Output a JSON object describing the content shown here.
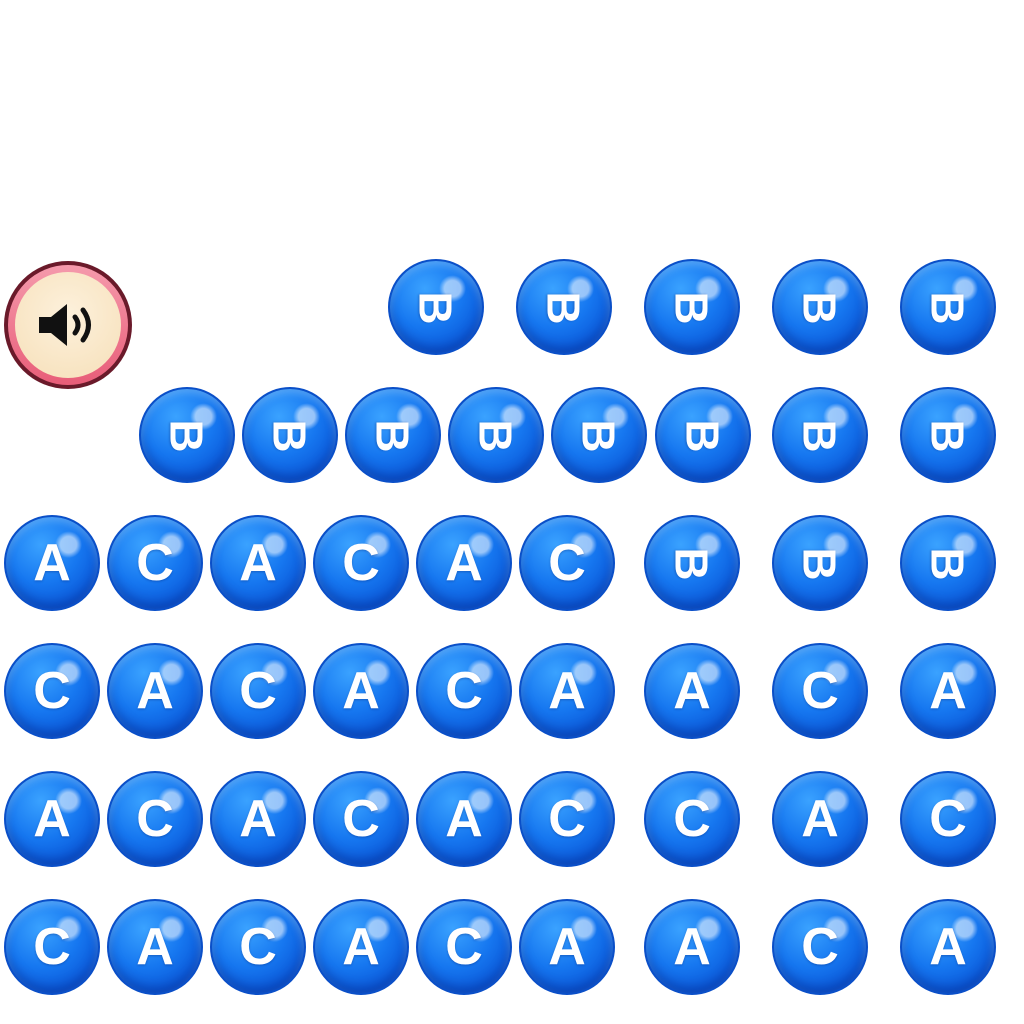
{
  "sound_button": {
    "icon": "speaker-icon"
  },
  "board": {
    "rows": [
      [
        "B",
        "B",
        "B",
        "B",
        "B"
      ],
      [
        "B",
        "B",
        "B",
        "B",
        "B",
        "B",
        "B",
        "B"
      ],
      [
        "A",
        "C",
        "A",
        "C",
        "A",
        "C",
        "B",
        "B",
        "B"
      ],
      [
        "C",
        "A",
        "C",
        "A",
        "C",
        "A",
        "A",
        "C",
        "A"
      ],
      [
        "A",
        "C",
        "A",
        "C",
        "A",
        "C",
        "C",
        "A",
        "C"
      ],
      [
        "C",
        "A",
        "C",
        "A",
        "C",
        "A",
        "A",
        "C",
        "A"
      ]
    ]
  },
  "colors": {
    "bubble": "#1677f0",
    "bubble_border": "#0a4fc8",
    "sound_ring": "#e85d78",
    "sound_face": "#f6dfb8"
  }
}
